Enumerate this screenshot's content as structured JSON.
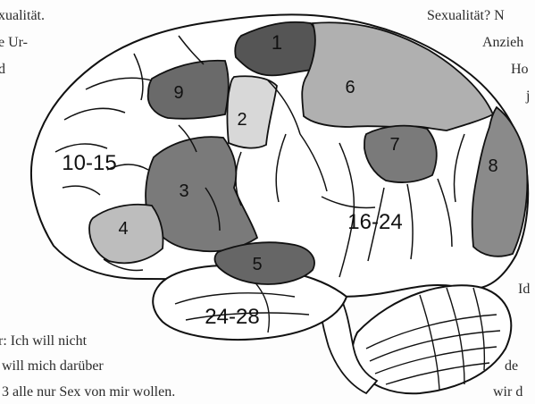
{
  "text_left": [
    "xualität.",
    "e Ur-",
    "d"
  ],
  "text_right": [
    "Sexualität? N",
    "Anzieh",
    "Ho",
    "j"
  ],
  "text_bottom_left": [
    "r: Ich will nicht",
    "will mich darüber",
    "3 alle nur Sex von mir wollen."
  ],
  "text_bottom_right": [
    "Id",
    "de",
    "wir d"
  ],
  "regions": [
    {
      "label": "1",
      "shade": "#555555"
    },
    {
      "label": "2",
      "shade": "#d8d8d8"
    },
    {
      "label": "3",
      "shade": "#7a7a7a"
    },
    {
      "label": "4",
      "shade": "#bdbdbd"
    },
    {
      "label": "5",
      "shade": "#666666"
    },
    {
      "label": "6",
      "shade": "#b0b0b0"
    },
    {
      "label": "7",
      "shade": "#7a7a7a"
    },
    {
      "label": "8",
      "shade": "#8a8a8a"
    },
    {
      "label": "9",
      "shade": "#6a6a6a"
    },
    {
      "label": "10-15",
      "shade": "#ffffff"
    },
    {
      "label": "16-24",
      "shade": "#ffffff"
    },
    {
      "label": "24-28",
      "shade": "#ffffff"
    }
  ]
}
